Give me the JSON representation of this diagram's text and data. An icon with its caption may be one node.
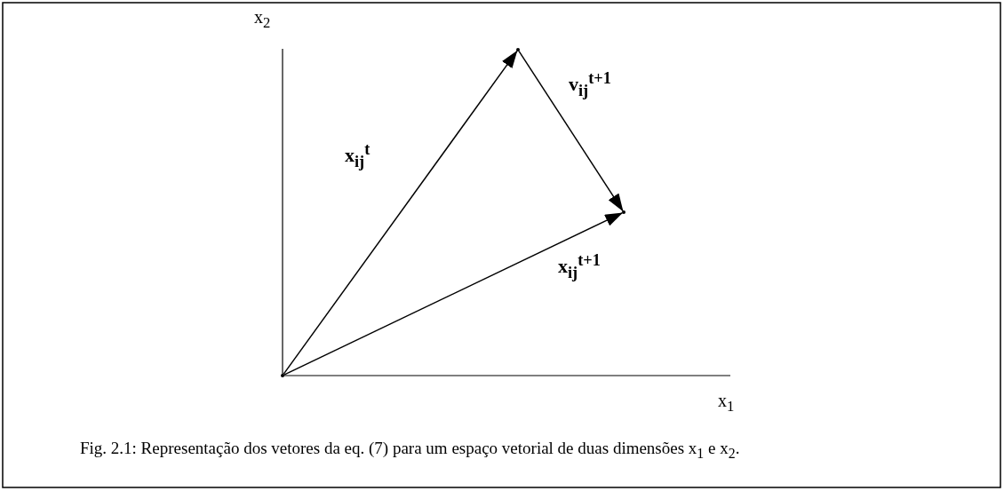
{
  "diagram": {
    "caption": "Fig. 2.1: Representação dos vetores da eq. (7) para um espaço vetorial de duas dimensões x$_{1}$ e x$_{2}$.",
    "nodes": [
      {
        "text": [],
        "shape": "point"
      },
      {
        "text": [],
        "shape": "point"
      },
      {
        "text": [],
        "shape": "point"
      }
    ],
    "edges": [
      {
        "from": 0,
        "to": 1,
        "arrow": "to",
        "label": "x$_{ij}$$^{t}$"
      },
      {
        "from": 1,
        "to": 2,
        "arrow": "to",
        "label": "v$_{ij}$$^{t+1}$"
      },
      {
        "from": 0,
        "to": 2,
        "arrow": "to",
        "label": "x$_{ij}$$^{t+1}$"
      }
    ],
    "labels": [
      "x$_{2}$",
      "x$_{1}$"
    ]
  }
}
